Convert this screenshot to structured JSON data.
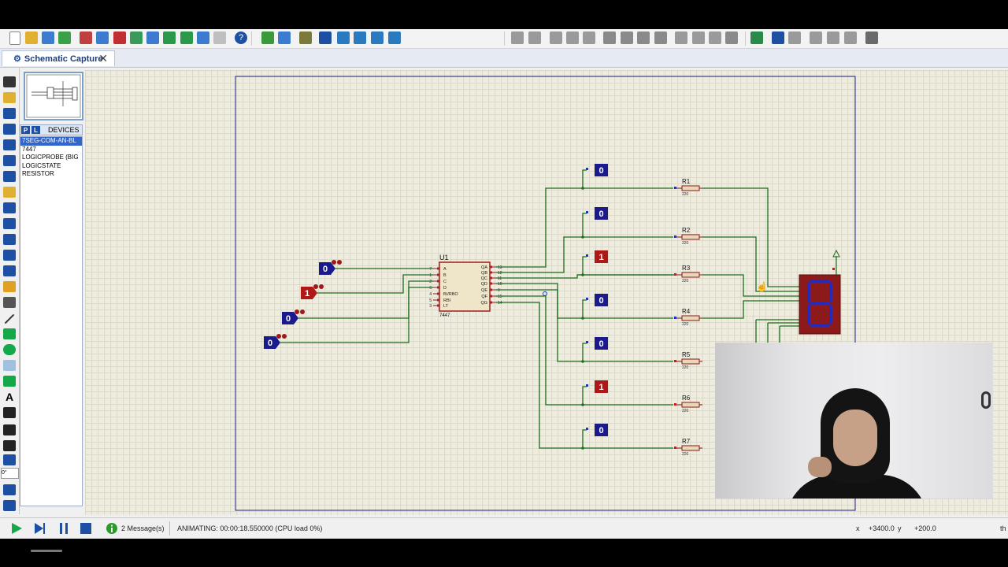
{
  "toolbar": {
    "icons": [
      "new-file",
      "open-folder",
      "save",
      "import",
      "home",
      "component",
      "mcu",
      "back",
      "zoom-fit",
      "bom",
      "price",
      "report",
      "netlist",
      "help",
      "refresh",
      "grid",
      "origin",
      "pan",
      "zoom-in",
      "zoom-out",
      "zoom-all",
      "zoom-area",
      "undo",
      "redo",
      "cut",
      "copy",
      "paste",
      "block-copy",
      "block-move",
      "block-rotate",
      "block-delete",
      "pick",
      "make-device",
      "package",
      "decompose",
      "wire-autorouter",
      "search",
      "property-assign",
      "new-sheet",
      "delete-sheet",
      "goto-sheet",
      "bom-report"
    ]
  },
  "tab": {
    "label": "Schematic Capture",
    "icon": "schematic-icon"
  },
  "left_tools": [
    "selection",
    "component",
    "junction",
    "wire-label",
    "text-script",
    "bus",
    "subcircuit",
    "terminals",
    "device-pins",
    "graph",
    "tape",
    "generator",
    "voltage-probe",
    "current-probe",
    "virtual-instrument",
    "line",
    "box",
    "circle",
    "arc",
    "path",
    "text",
    "symbol",
    "marker",
    "rotate-cw",
    "rotate-ccw",
    "angle",
    "mirror-h",
    "mirror-v"
  ],
  "rotation_angle": "0°",
  "devices": {
    "p_label": "P",
    "l_label": "L",
    "title": "DEVICES",
    "items": [
      "7SEG-COM-AN-BL",
      "7447",
      "LOGICPROBE (BIG",
      "LOGICSTATE",
      "RESISTOR"
    ],
    "selected_index": 0
  },
  "schematic": {
    "ic": {
      "ref": "U1",
      "part": "7447",
      "left_pins": [
        {
          "num": "7",
          "name": "A"
        },
        {
          "num": "1",
          "name": "B"
        },
        {
          "num": "2",
          "name": "C"
        },
        {
          "num": "6",
          "name": "D"
        },
        {
          "num": "4",
          "name": "BI/RBO"
        },
        {
          "num": "5",
          "name": "RBI"
        },
        {
          "num": "3",
          "name": "LT"
        }
      ],
      "right_pins": [
        {
          "num": "13",
          "name": "QA"
        },
        {
          "num": "12",
          "name": "QB"
        },
        {
          "num": "11",
          "name": "QC"
        },
        {
          "num": "10",
          "name": "QD"
        },
        {
          "num": "9",
          "name": "QE"
        },
        {
          "num": "15",
          "name": "QF"
        },
        {
          "num": "14",
          "name": "QG"
        }
      ]
    },
    "inputs": [
      "0",
      "1",
      "0",
      "0"
    ],
    "probes": [
      "0",
      "0",
      "1",
      "0",
      "0",
      "1",
      "0"
    ],
    "resistors": [
      {
        "ref": "R1",
        "value": "220"
      },
      {
        "ref": "R2",
        "value": "220"
      },
      {
        "ref": "R3",
        "value": "220"
      },
      {
        "ref": "R4",
        "value": "220"
      },
      {
        "ref": "R5",
        "value": "220"
      },
      {
        "ref": "R6",
        "value": "220"
      },
      {
        "ref": "R7",
        "value": "220"
      }
    ],
    "display_digit": "8",
    "colors": {
      "wire": "#1e6e1e",
      "logic_low": "#1a1a8c",
      "logic_high": "#b01818",
      "ic_body": "#efe5c8",
      "ic_border": "#9c2020",
      "display": "#8c1a1a",
      "segment": "#1a2ccc",
      "sheet_border": "#22228a"
    }
  },
  "status": {
    "messages": "2 Message(s)",
    "animating": "ANIMATING: 00:00:18.550000 (CPU load 0%)",
    "x_label": "x",
    "x_value": "+3400.0",
    "y_label": "y",
    "y_value": "+200.0",
    "units": "th"
  }
}
